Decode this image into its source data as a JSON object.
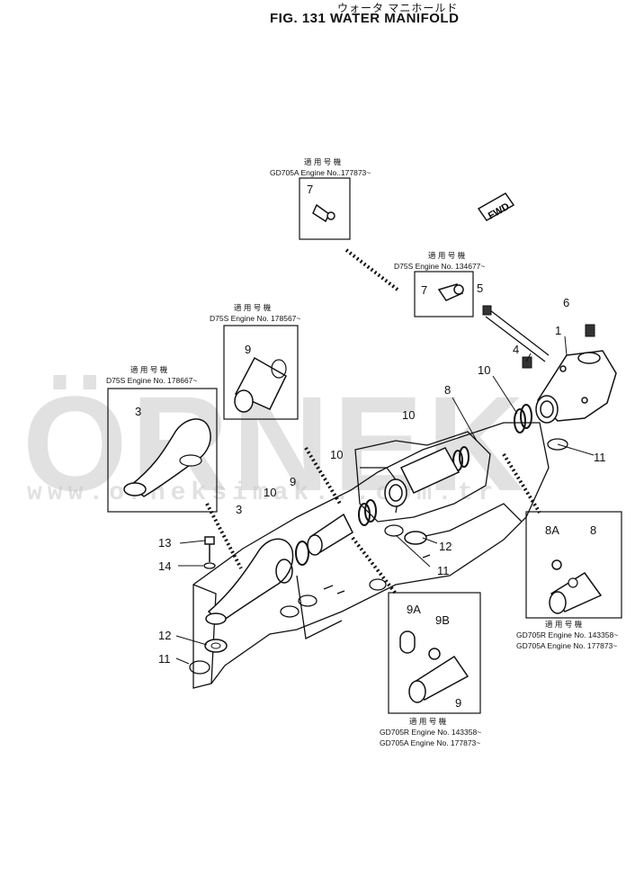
{
  "header": {
    "japanese_title": "ウォータ マニホールド",
    "figure_title": "FIG. 131  WATER MANIFOLD"
  },
  "watermark": {
    "brand": "ÖRNEK",
    "site": "www.orneksimak...com.tr"
  },
  "direction_tag": "FWD",
  "applicability_boxes": [
    {
      "jp": "適 用 号 機",
      "line1": "GD705A  Engine No..177873~"
    },
    {
      "jp": "適 用 号 機",
      "line1": "D75S      Engine No. 134677~"
    },
    {
      "jp": "適 用 号 機",
      "line1": "D75S  Engine No. 178567~"
    },
    {
      "jp": "適 用 号 機",
      "line1": "D75S  Engine No. 178667~"
    },
    {
      "jp": "適 用 号 機",
      "line1": "GD705R  Engine No. 143358~",
      "line2": "GD705A  Engine No. 177873~"
    },
    {
      "jp": "適 用 号 機",
      "line1": "GD705R  Engine No. 143358~",
      "line2": "GD705A  Engine No. 177873~"
    }
  ],
  "callouts": [
    "7",
    "7",
    "5",
    "6",
    "1",
    "4",
    "9",
    "3",
    "10",
    "8",
    "10",
    "10",
    "9",
    "10",
    "3",
    "12",
    "11",
    "11",
    "13",
    "14",
    "12",
    "11",
    "8A",
    "8",
    "9A",
    "9B",
    "9"
  ]
}
